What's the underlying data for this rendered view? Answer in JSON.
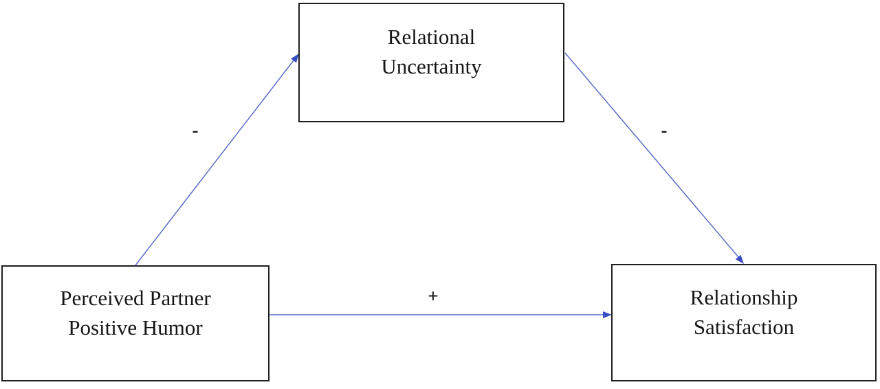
{
  "diagram": {
    "nodes": {
      "mediator": {
        "label": "Relational\nUncertainty"
      },
      "predictor": {
        "label": "Perceived Partner\nPositive Humor"
      },
      "outcome": {
        "label": "Relationship\nSatisfaction"
      }
    },
    "edges": {
      "predictor_to_mediator": {
        "sign": "-"
      },
      "mediator_to_outcome": {
        "sign": "-"
      },
      "predictor_to_outcome": {
        "sign": "+"
      }
    }
  },
  "colors": {
    "arrow-color": "#5b6bc8",
    "arrowhead-color": "#3a4cc4",
    "box-border": "#1f1f1f",
    "text-color": "#161616",
    "background": "#ffffff"
  }
}
